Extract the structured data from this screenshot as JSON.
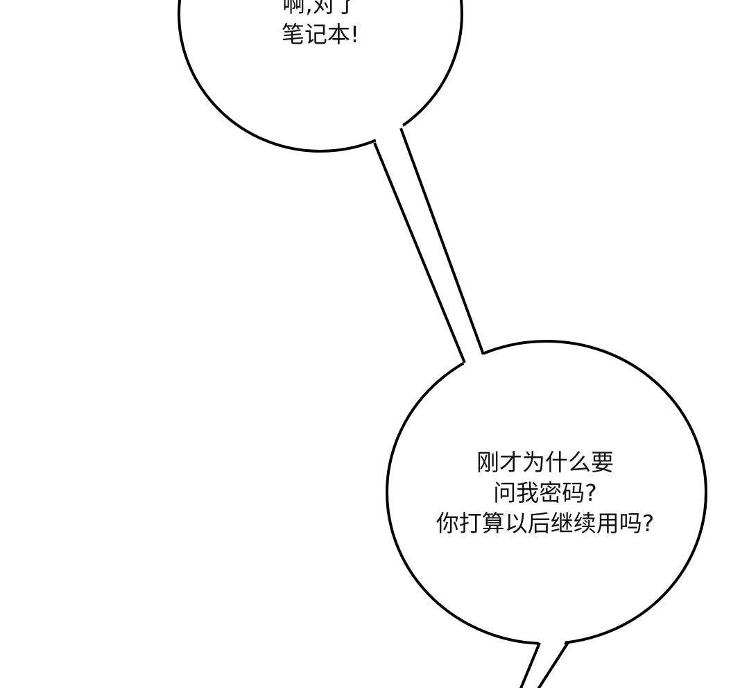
{
  "bubbles": [
    {
      "lines": [
        "啊,对了",
        "笔记本!"
      ]
    },
    {
      "lines": [
        "刚才为什么要",
        "问我密码?",
        "你打算以后继续用吗?"
      ]
    }
  ],
  "colors": {
    "stroke": "#000000",
    "fill": "#ffffff"
  }
}
